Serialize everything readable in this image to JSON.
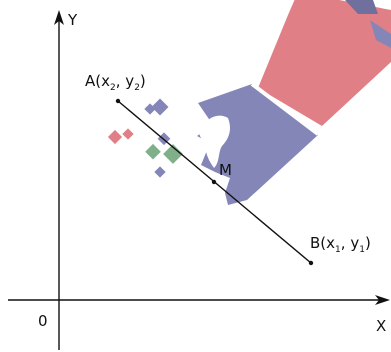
{
  "axes": {
    "y_label": "Y",
    "x_label": "X",
    "origin_label": "0"
  },
  "points": {
    "A": {
      "name": "A",
      "x_var": "x",
      "x_sub": "2",
      "sep": ", ",
      "y_var": "y",
      "y_sub": "2"
    },
    "B": {
      "name": "B",
      "x_var": "x",
      "x_sub": "1",
      "sep": ", ",
      "y_var": "y",
      "y_sub": "1"
    },
    "M": {
      "name": "M"
    }
  },
  "colors": {
    "axis": "#111111",
    "segment": "#111111",
    "brush_handle": "#e07f86",
    "brush_ferrule": "#8486b8",
    "paint_green": "#7fb08a",
    "paint_pink": "#e07f86",
    "paint_purple": "#8486b8"
  },
  "decoration": {
    "icon": "paint-brush-icon"
  }
}
